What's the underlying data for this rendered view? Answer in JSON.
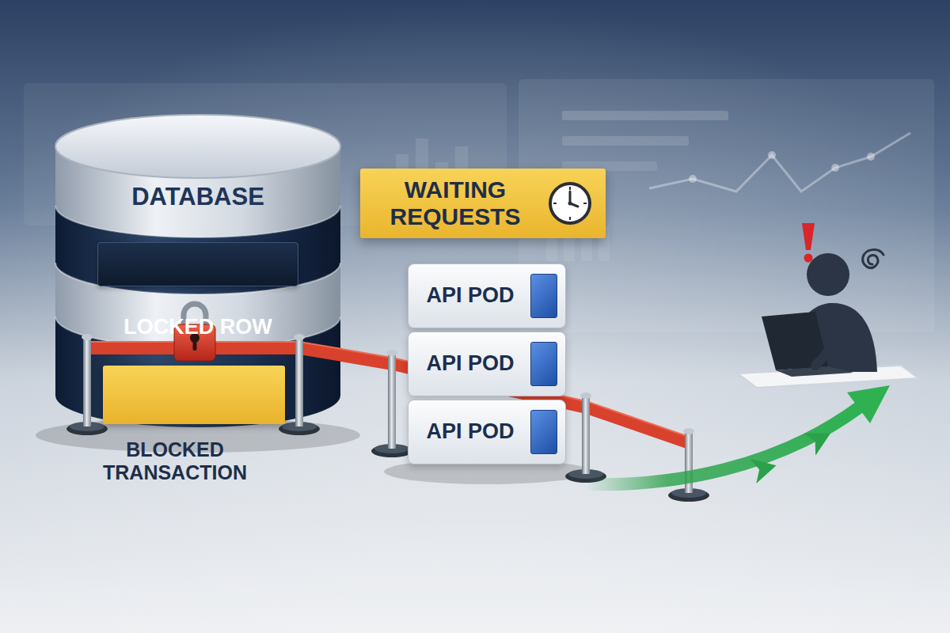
{
  "diagram": {
    "nodes": [
      {
        "text": [
          "DATABASE"
        ]
      },
      {
        "text": [
          "LOCKED ROW"
        ],
        "in": 0
      },
      {
        "text": [
          "BLOCKED TRANSACTION"
        ],
        "in": 0
      },
      {
        "text": [
          "WAITING REQUESTS"
        ]
      },
      {
        "text": [
          "API POD"
        ]
      },
      {
        "text": [
          "API POD"
        ]
      },
      {
        "text": [
          "API POD"
        ]
      }
    ]
  }
}
